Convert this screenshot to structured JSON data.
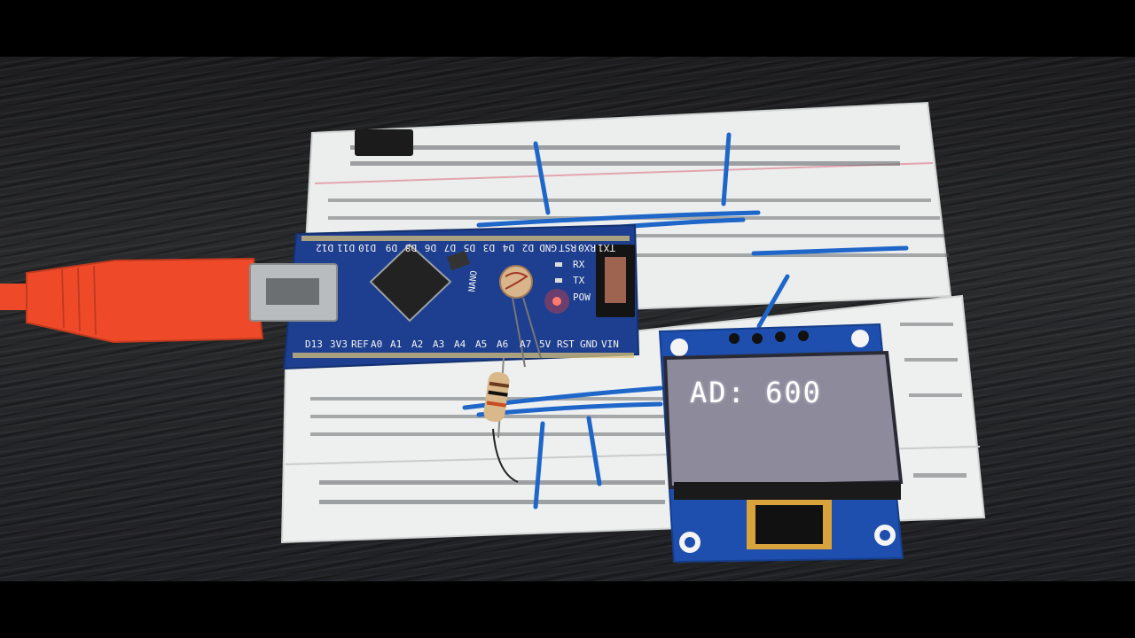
{
  "colors": {
    "breadboard": "#eef0ef",
    "pcb": "#1e3f8f",
    "usb_cable": "#ee4a2a",
    "wire": "#1f66c9",
    "oled_screen": "#8d8a9c",
    "led_red": "#ff3b30"
  },
  "arduino": {
    "board_label": "NANO",
    "top_pins": [
      "D12",
      "D11",
      "D10",
      "D9",
      "D8",
      "D6",
      "D7",
      "D5",
      "D3",
      "D4",
      "D2",
      "GND",
      "RST",
      "RX0",
      "TX1"
    ],
    "bottom_pins": [
      "D13",
      "3V3",
      "REF",
      "A0",
      "A1",
      "A2",
      "A3",
      "A4",
      "A5",
      "A6",
      "A7",
      "5V",
      "RST",
      "GND",
      "VIN"
    ],
    "led_labels": [
      "RX",
      "TX",
      "POW"
    ]
  },
  "oled": {
    "display_text": "AD: 600"
  }
}
